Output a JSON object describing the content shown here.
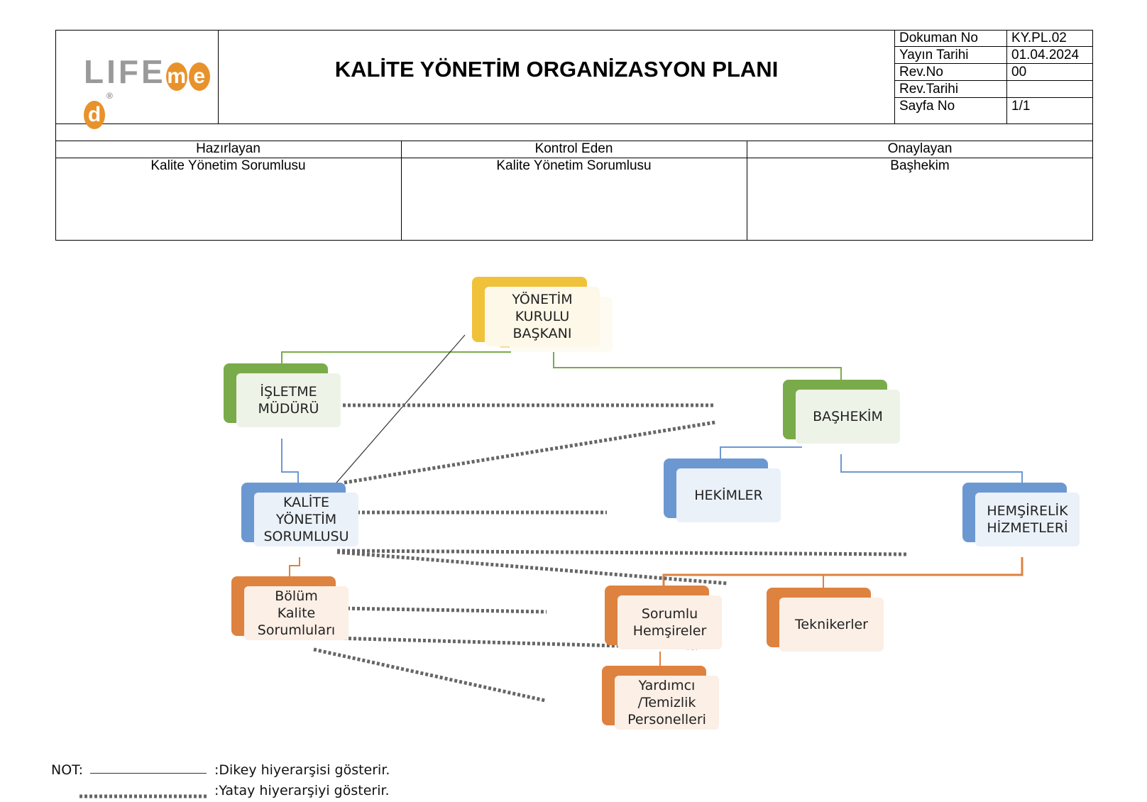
{
  "header": {
    "logo": {
      "life": "LIFE",
      "med": [
        "m",
        "e",
        "d"
      ],
      "registered": "®"
    },
    "title": "KALİTE YÖNETİM ORGANİZASYON PLANI",
    "meta": [
      {
        "label": "Dokuman No",
        "value": "KY.PL.02"
      },
      {
        "label": "Yayın Tarihi",
        "value": "01.04.2024"
      },
      {
        "label": "Rev.No",
        "value": "00"
      },
      {
        "label": "Rev.Tarihi",
        "value": ""
      },
      {
        "label": "Sayfa No",
        "value": "1/1"
      }
    ],
    "signatures": [
      {
        "heading": "Hazırlayan",
        "role": "Kalite Yönetim Sorumlusu"
      },
      {
        "heading": "Kontrol Eden",
        "role": "Kalite Yönetim Sorumlusu"
      },
      {
        "heading": "Onaylayan",
        "role": "Başhekim"
      }
    ]
  },
  "org": {
    "yonetim": "YÖNETİM KURULU BAŞKANI",
    "isletme": "İŞLETME MÜDÜRÜ",
    "bashekim": "BAŞHEKİM",
    "kalite": "KALİTE YÖNETİM SORUMLUSU",
    "hekimler": "HEKİMLER",
    "hemsirelik": "HEMŞİRELİK HİZMETLERİ",
    "bolum": "Bölüm Kalite Sorumluları",
    "sorumlu": "Sorumlu Hemşireler",
    "teknikerler": "Teknikerler",
    "yardimci": "Yardımcı /Temizlik Personelleri"
  },
  "colors": {
    "green": "#7aab4a",
    "blue": "#6c98d2",
    "orange": "#de8240",
    "yellow": "#f0c23a",
    "logo_orange": "#e8922c",
    "dotted": "#666666"
  },
  "notes": {
    "label": "NOT:",
    "vertical": ":Dikey hiyerarşisi gösterir.",
    "horizontal": ":Yatay hiyerarşiyi gösterir."
  }
}
